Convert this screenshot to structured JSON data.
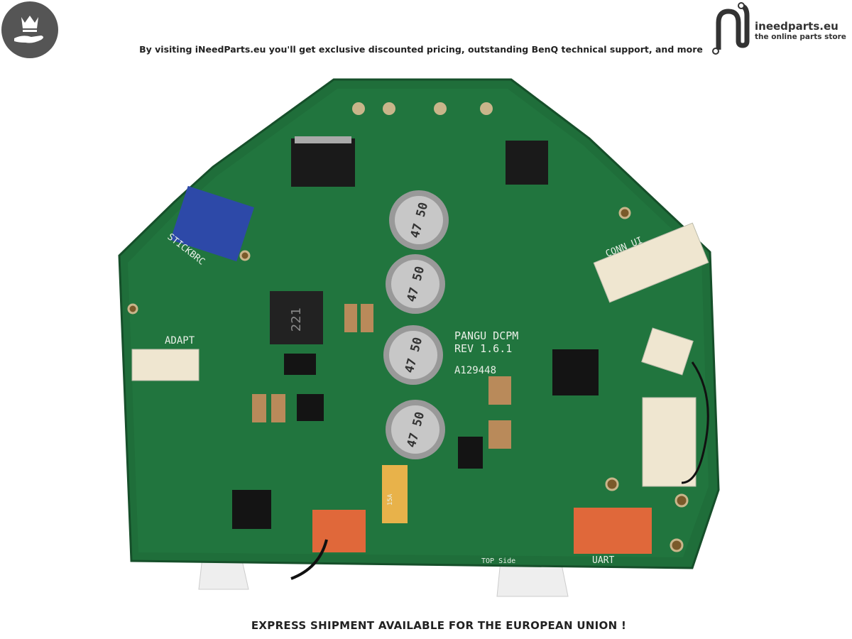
{
  "header": {
    "tagline": "By visiting iNeedParts.eu you'll get exclusive discounted pricing, outstanding BenQ technical support, and more",
    "badge_icon": "crown-hand-icon",
    "logo": {
      "name": "ineedparts.eu",
      "subtitle": "the online parts store"
    }
  },
  "product": {
    "board_labels": {
      "model": "PANGU DCPM",
      "revision": "REV 1.6.1",
      "part": "A129448",
      "adapt": "ADAPT",
      "stick": "STICKBRC",
      "conn_ui": "CONN_UI",
      "uart": "UART",
      "top_side": "TOP Side",
      "cap": "47\n50",
      "inductor": "221",
      "fuse": "15A"
    },
    "board_color": "#1f6e3a"
  },
  "footer": {
    "notice": "EXPRESS SHIPMENT AVAILABLE FOR THE EUROPEAN UNION !"
  }
}
